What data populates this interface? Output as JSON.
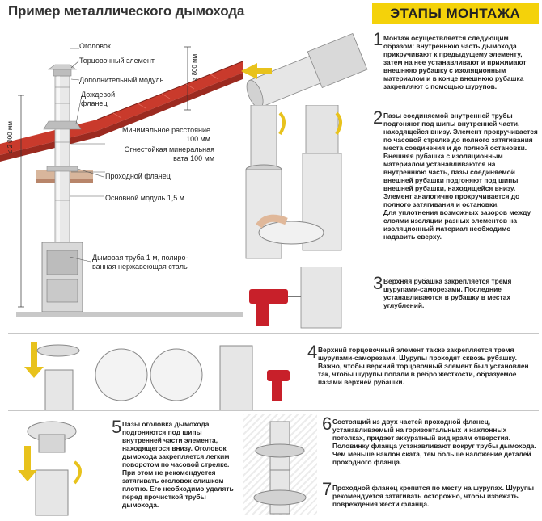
{
  "header": {
    "title": "Пример металлического дымохода",
    "banner": "ЭТАПЫ МОНТАЖА"
  },
  "diagram": {
    "labels": {
      "ogolovok": "Оголовок",
      "torcevoy": "Торцовочный элемент",
      "dop_modul": "Дополнительный модуль",
      "dozhdevoy": "Дождевой\nфланец",
      "min_rasst": "Минимальное расстояние\n100 мм",
      "ognestoykaya": "Огнестойкая минеральная\nвата 100 мм",
      "prohodnoy": "Проходной фланец",
      "osnovnoy": "Основной модуль 1,5 м",
      "dymovaya": "Дымовая труба 1 м, полиро-\nванная нержавеющая сталь"
    },
    "dim_right": "≥ 800 мм",
    "dim_left": "≤ 2 000 мм"
  },
  "steps": [
    {
      "num": "1",
      "text": "Монтаж осуществляется следующим образом: внутреннюю часть дымохода прикручивают к предыдущему элементу, затем на нее устанавливают и прижимают внешнюю рубашку с изоляционным материалом и в конце внешнюю рубашка закрепляют с помощью шурупов."
    },
    {
      "num": "2",
      "text": "Пазы соединяемой внутренней трубы подгоняют под шипы внутренней части, находящейся внизу. Элемент прокручивается по часовой стрелке до полного затягивания места соединения и до полной остановки.\n    Внешняя рубашка с изоляционным материалом устанавливаются на внутреннюю часть, пазы соединяемой внешней рубашки подгоняют под шипы внешней рубашки, находящейся внизу. Элемент аналогично прокручивается до полного затягивания и остановки.\n    Для уплотнения возможных зазоров между слоями изоляции разных элементов на изоляционный материал необходимо надавить сверху."
    },
    {
      "num": "3",
      "text": "Верхняя рубашка закрепляется тремя шурупами-саморезами. Последние устанавливаются в рубашку в местах углублений."
    },
    {
      "num": "4",
      "text": "Верхний торцовочный элемент также закрепляется тремя шурупами-саморезами. Шурупы проходят сквозь рубашку. Важно, чтобы верхний торцовочный элемент был установлен так, чтобы шурупы попали в ребро жесткости, образуемое пазами верхней рубашки."
    },
    {
      "num": "5",
      "text": "Пазы оголовка дымохода подгоняются под шипы внутренней части элемента, находящегося внизу. Оголовок дымохода закрепляется легким поворотом по часовой стрелке. При этом не рекомендуется затягивать оголовок слишком плотно. Его необходимо удалять перед прочисткой трубы дымохода."
    },
    {
      "num": "6",
      "text": "Состоящий из двух частей проходной фланец, устанавливаемый на горизонтальных и наклонных потолках, придает аккуратный вид краям отверстия. Половинку фланца устанавливают вокруг трубы дымохода. Чем меньше наклон ската, тем больше наложение деталей проходного фланца."
    },
    {
      "num": "7",
      "text": "Проходной фланец крепится по месту на шурупах. Шурупы рекомендуется затягивать осторожно, чтобы избежать повреждения жести фланца."
    }
  ],
  "colors": {
    "roof": "#c93a2c",
    "banner": "#f4d20a",
    "arrow": "#e8c21c",
    "drill": "#c8202a"
  }
}
